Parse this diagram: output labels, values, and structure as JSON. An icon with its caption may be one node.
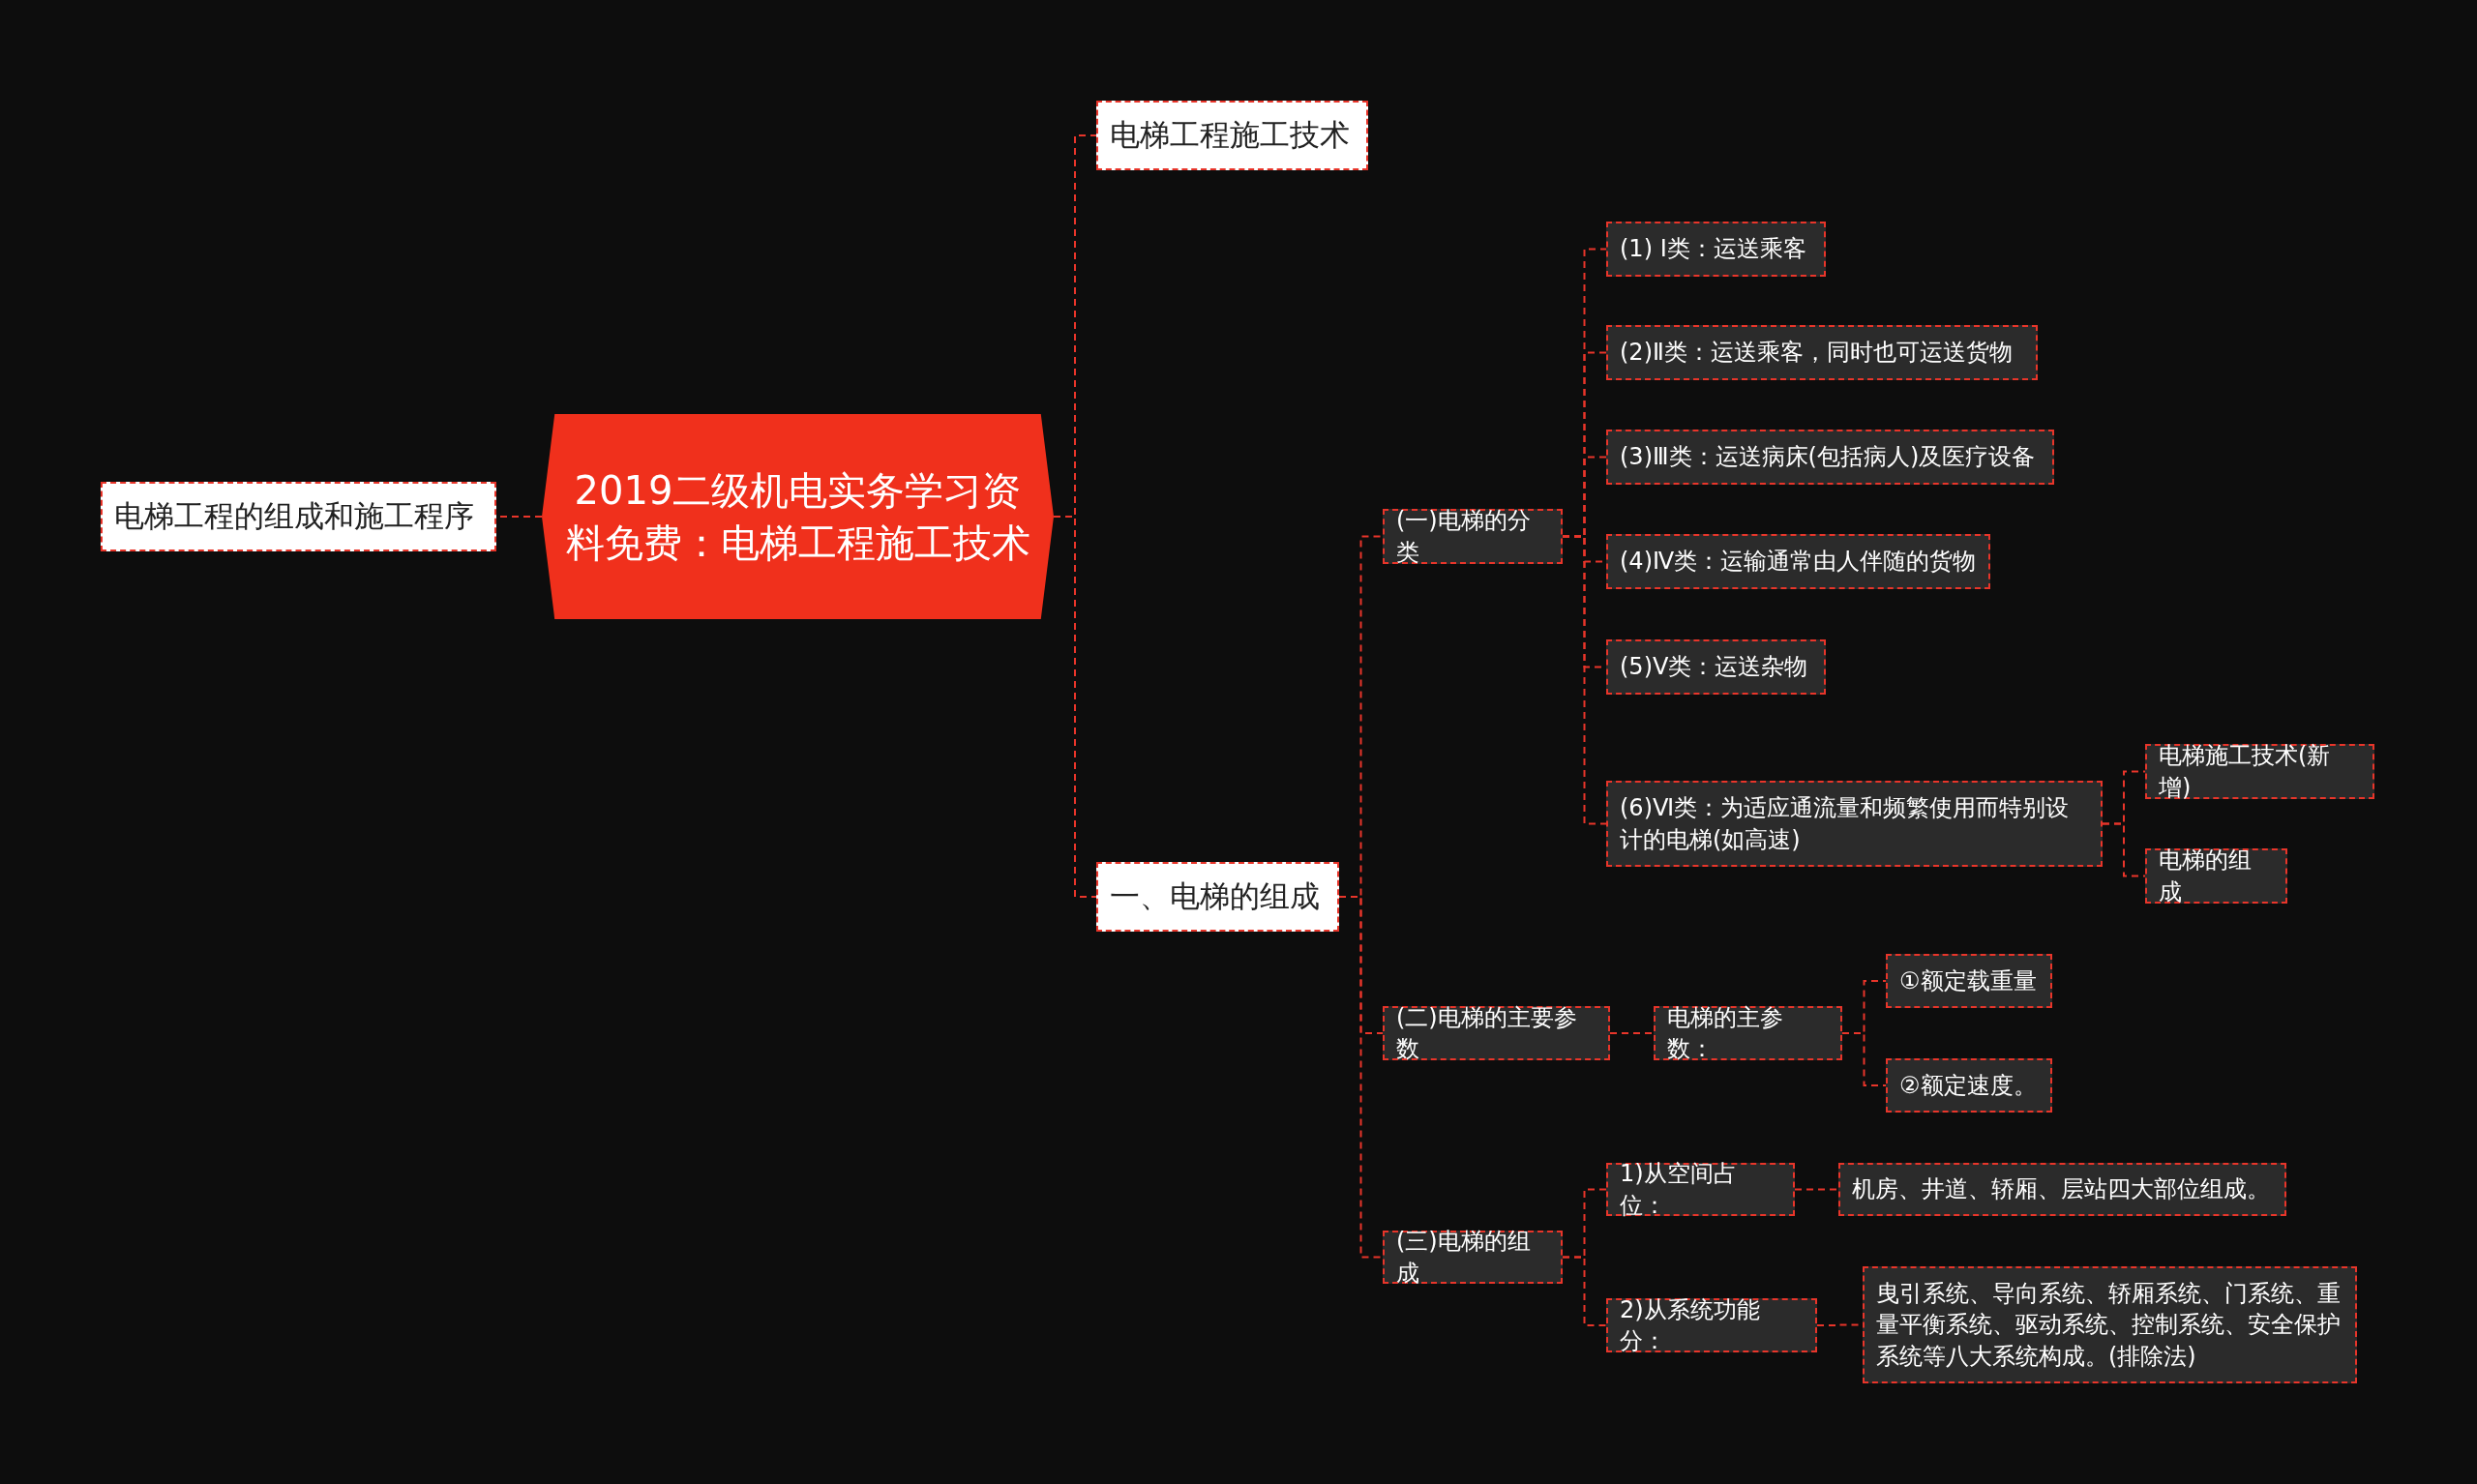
{
  "diagram": {
    "nodes": [
      {
        "text": [
          "2019二级机电实务学习资料免费：电梯工程施工技术"
        ]
      },
      {
        "text": [
          "电梯工程的组成和施工程序"
        ]
      },
      {
        "text": [
          "电梯工程施工技术"
        ]
      },
      {
        "text": [
          "一、电梯的组成"
        ]
      },
      {
        "text": [
          "(一)电梯的分类"
        ]
      },
      {
        "text": [
          "(1) Ⅰ类：运送乘客"
        ]
      },
      {
        "text": [
          "(2)Ⅱ类：运送乘客，同时也可运送货物"
        ]
      },
      {
        "text": [
          "(3)Ⅲ类：运送病床(包括病人)及医疗设备"
        ]
      },
      {
        "text": [
          "(4)Ⅳ类：运输通常由人伴随的货物"
        ]
      },
      {
        "text": [
          "(5)Ⅴ类：运送杂物"
        ]
      },
      {
        "text": [
          "(6)Ⅵ类：为适应通流量和频繁使用而特别设计的电梯(如高速)"
        ]
      },
      {
        "text": [
          "电梯施工技术(新增)"
        ]
      },
      {
        "text": [
          "电梯的组成"
        ]
      },
      {
        "text": [
          "(二)电梯的主要参数"
        ]
      },
      {
        "text": [
          "电梯的主参数："
        ]
      },
      {
        "text": [
          "①额定载重量"
        ]
      },
      {
        "text": [
          "②额定速度。"
        ]
      },
      {
        "text": [
          "(三)电梯的组成"
        ]
      },
      {
        "text": [
          "1)从空间占位："
        ]
      },
      {
        "text": [
          "机房、井道、轿厢、层站四大部位组成。"
        ]
      },
      {
        "text": [
          "2)从系统功能分："
        ]
      },
      {
        "text": [
          "曳引系统、导向系统、轿厢系统、门系统、重量平衡系统、驱动系统、控制系统、安全保护系统等八大系统构成。(排除法)"
        ]
      }
    ],
    "edges": [
      {
        "from": 0,
        "to": 1,
        "arrow": "none"
      },
      {
        "from": 0,
        "to": 2,
        "arrow": "none"
      },
      {
        "from": 0,
        "to": 3,
        "arrow": "none"
      },
      {
        "from": 3,
        "to": 4,
        "arrow": "none"
      },
      {
        "from": 4,
        "to": 5,
        "arrow": "none"
      },
      {
        "from": 4,
        "to": 6,
        "arrow": "none"
      },
      {
        "from": 4,
        "to": 7,
        "arrow": "none"
      },
      {
        "from": 4,
        "to": 8,
        "arrow": "none"
      },
      {
        "from": 4,
        "to": 9,
        "arrow": "none"
      },
      {
        "from": 4,
        "to": 10,
        "arrow": "none"
      },
      {
        "from": 10,
        "to": 11,
        "arrow": "none"
      },
      {
        "from": 10,
        "to": 12,
        "arrow": "none"
      },
      {
        "from": 3,
        "to": 13,
        "arrow": "none"
      },
      {
        "from": 13,
        "to": 14,
        "arrow": "none"
      },
      {
        "from": 14,
        "to": 15,
        "arrow": "none"
      },
      {
        "from": 14,
        "to": 16,
        "arrow": "none"
      },
      {
        "from": 3,
        "to": 17,
        "arrow": "none"
      },
      {
        "from": 17,
        "to": 18,
        "arrow": "none"
      },
      {
        "from": 18,
        "to": 19,
        "arrow": "none"
      },
      {
        "from": 17,
        "to": 20,
        "arrow": "none"
      },
      {
        "from": 20,
        "to": 21,
        "arrow": "none"
      }
    ]
  }
}
